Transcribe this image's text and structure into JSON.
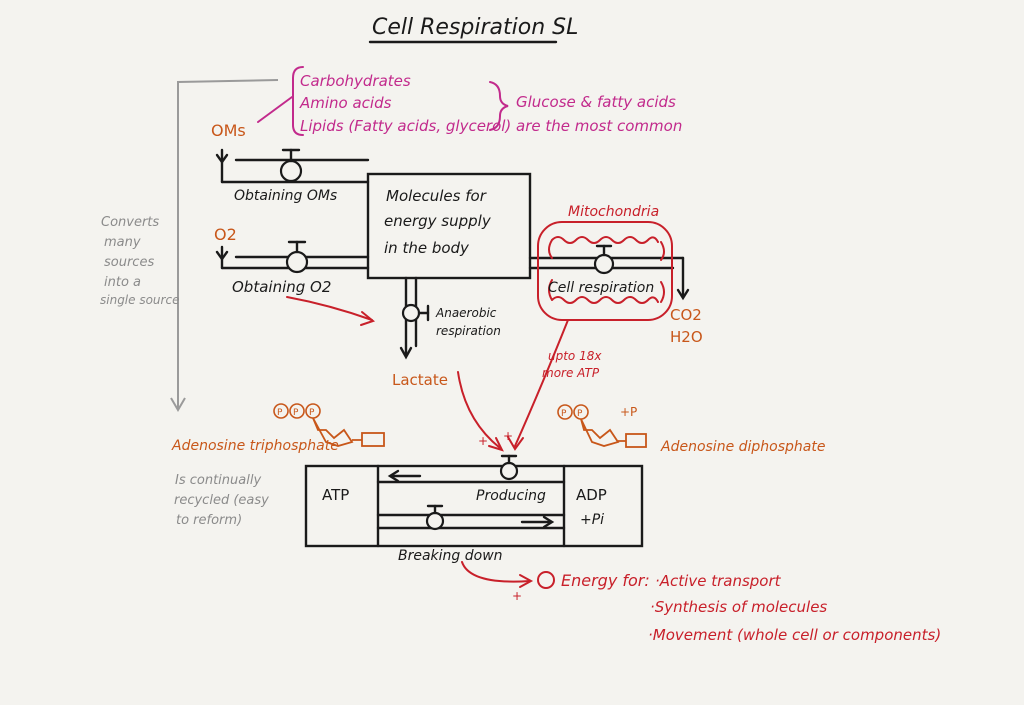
{
  "title": "Cell Respiration SL",
  "om_sources": {
    "label": "OMs",
    "items": [
      "Carbohydrates",
      "Amino acids",
      "Lipids (Fatty acids, glycerol)"
    ],
    "note_lines": [
      "Glucose & fatty acids",
      "are the most common"
    ]
  },
  "labels": {
    "obtaining_oms": "Obtaining OMs",
    "o2": "O2",
    "obtaining_o2": "Obtaining O2",
    "energy_box": [
      "Molecules for",
      "energy supply",
      "in the body"
    ],
    "mitochondria": "Mitochondria",
    "cell_respiration": "Cell respiration",
    "co2": "CO2",
    "h2o": "H2O",
    "anaerobic": [
      "Anaerobic",
      "respiration"
    ],
    "lactate": "Lactate",
    "upto": [
      "upto 18x",
      "more ATP"
    ],
    "converts": [
      "Converts",
      "many",
      "sources",
      "into a",
      "single source"
    ],
    "atp_name": "Adenosine triphosphate",
    "adp_name": "Adenosine diphosphate",
    "recycled": [
      "Is continually",
      "recycled (easy",
      "to reform)"
    ],
    "atp": "ATP",
    "adp": "ADP",
    "pi": "+Pi",
    "plus_p": "+P",
    "producing": "Producing",
    "breaking_down": "Breaking down",
    "plus": "+",
    "energy_for": "Energy for:",
    "energy_uses": [
      "·Active transport",
      "·Synthesis of molecules",
      "·Movement (whole cell or components)"
    ],
    "p": "P"
  },
  "colors": {
    "ink": "#1a1a1a",
    "pink": "#c22a8c",
    "red": "#c8202a",
    "orange": "#c8571a",
    "grey": "#8b8b8b",
    "paper": "#f4f3ef"
  }
}
